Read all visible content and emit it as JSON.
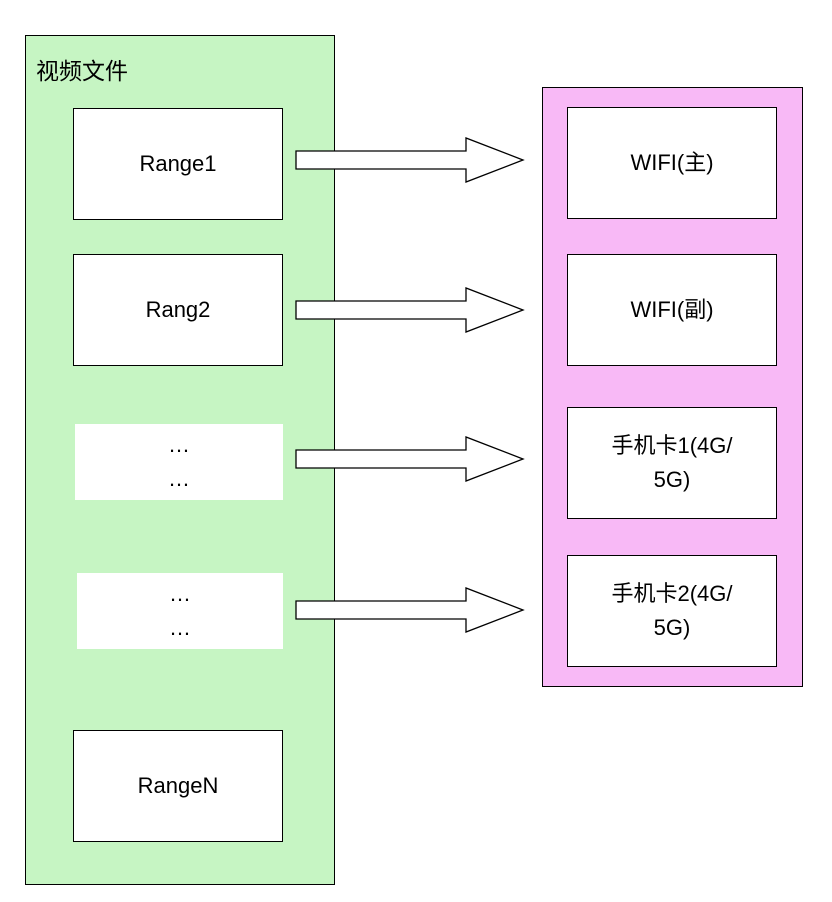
{
  "left_container": {
    "title": "视频文件",
    "ranges": [
      "Range1",
      "Rang2",
      "…\n…",
      "…\n…",
      "RangeN"
    ]
  },
  "right_container": {
    "targets": [
      "WIFI(主)",
      "WIFI(副)",
      "手机卡1(4G/\n5G)",
      "手机卡2(4G/\n5G)"
    ]
  },
  "colors": {
    "left_fill": "#c6f5c3",
    "right_fill": "#f8b9f6",
    "box_fill": "#ffffff",
    "stroke": "#000000"
  }
}
